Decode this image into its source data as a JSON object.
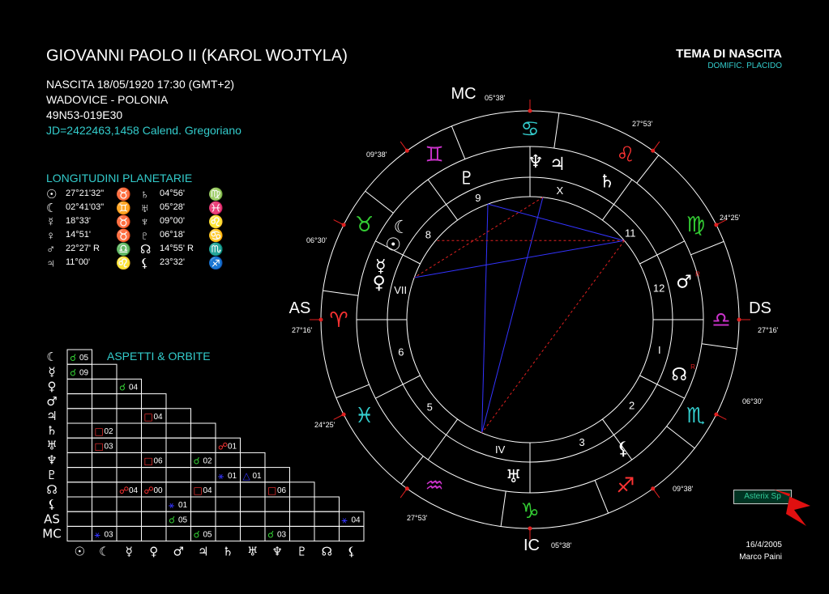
{
  "header": {
    "name": "GIOVANNI PAOLO II (KAROL WOJTYLA)",
    "birth": "NASCITA 18/05/1920 17:30 (GMT+2)",
    "place": "WADOVICE - POLONIA",
    "coords": "49N53-019E30",
    "julian": "JD=2422463,1458  Calend. Gregoriano",
    "chart_type": "TEMA DI NASCITA",
    "house_system": "DOMIFIC. PLACIDO"
  },
  "longitudes": {
    "title": "LONGITUDINI PLANETARIE",
    "rows": [
      {
        "p": "☉",
        "v": "27°21'32\"",
        "s": "♉",
        "sc": "#33cc33",
        "p2": "♄",
        "v2": "04°56'",
        "s2": "♍",
        "s2c": "#33cc33"
      },
      {
        "p": "☾",
        "v": "02°41'03\"",
        "s": "♊",
        "sc": "#cc33cc",
        "p2": "♅",
        "v2": "05°28'",
        "s2": "♓",
        "s2c": "#33cccc"
      },
      {
        "p": "☿",
        "v": "18°33'",
        "s": "♉",
        "sc": "#33cc33",
        "p2": "♆",
        "v2": "09°00'",
        "s2": "♌",
        "s2c": "#ff3333"
      },
      {
        "p": "♀",
        "v": "14°51'",
        "s": "♉",
        "sc": "#33cc33",
        "p2": "♇",
        "v2": "06°18'",
        "s2": "♋",
        "s2c": "#33cccc"
      },
      {
        "p": "♂",
        "v": "22°27'  R",
        "s": "♎",
        "sc": "#cc33cc",
        "p2": "☊",
        "v2": "14°55'  R",
        "s2": "♏",
        "s2c": "#33cccc"
      },
      {
        "p": "♃",
        "v": "11°00'",
        "s": "♌",
        "sc": "#ff3333",
        "p2": "⚸",
        "v2": "23°32'",
        "s2": "♐",
        "s2c": "#ff3333"
      }
    ]
  },
  "aspects": {
    "title": "ASPETTI  &  ORBITE",
    "row_labels": [
      "☾",
      "☿",
      "♀",
      "♂",
      "♃",
      "♄",
      "♅",
      "♆",
      "♇",
      "☊",
      "⚸",
      "AS",
      "MC"
    ],
    "col_labels": [
      "☉",
      "☾",
      "☿",
      "♀",
      "♂",
      "♃",
      "♄",
      "♅",
      "♆",
      "♇",
      "☊",
      "⚸"
    ],
    "cells": [
      {
        "r": 0,
        "c": 0,
        "sym": "☌",
        "col": "#33cc33",
        "orb": "05"
      },
      {
        "r": 1,
        "c": 0,
        "sym": "☌",
        "col": "#33cc33",
        "orb": "09"
      },
      {
        "r": 2,
        "c": 2,
        "sym": "☌",
        "col": "#33cc33",
        "orb": "04"
      },
      {
        "r": 4,
        "c": 3,
        "sym": "□",
        "col": "#ff3333",
        "orb": "04"
      },
      {
        "r": 5,
        "c": 1,
        "sym": "□",
        "col": "#ff3333",
        "orb": "02"
      },
      {
        "r": 6,
        "c": 1,
        "sym": "□",
        "col": "#ff3333",
        "orb": "03"
      },
      {
        "r": 6,
        "c": 6,
        "sym": "☍",
        "col": "#ff3333",
        "orb": "01"
      },
      {
        "r": 7,
        "c": 3,
        "sym": "□",
        "col": "#ff3333",
        "orb": "06"
      },
      {
        "r": 7,
        "c": 5,
        "sym": "☌",
        "col": "#33cc33",
        "orb": "02"
      },
      {
        "r": 8,
        "c": 6,
        "sym": "⚹",
        "col": "#3333ff",
        "orb": "01"
      },
      {
        "r": 8,
        "c": 7,
        "sym": "△",
        "col": "#3333ff",
        "orb": "01"
      },
      {
        "r": 9,
        "c": 2,
        "sym": "☍",
        "col": "#ff3333",
        "orb": "04"
      },
      {
        "r": 9,
        "c": 3,
        "sym": "☍",
        "col": "#ff3333",
        "orb": "00"
      },
      {
        "r": 9,
        "c": 5,
        "sym": "□",
        "col": "#ff3333",
        "orb": "04"
      },
      {
        "r": 9,
        "c": 8,
        "sym": "□",
        "col": "#ff3333",
        "orb": "06"
      },
      {
        "r": 10,
        "c": 4,
        "sym": "⚹",
        "col": "#3333ff",
        "orb": "01"
      },
      {
        "r": 11,
        "c": 4,
        "sym": "☌",
        "col": "#33cc33",
        "orb": "05"
      },
      {
        "r": 11,
        "c": 11,
        "sym": "⚹",
        "col": "#3333ff",
        "orb": "04"
      },
      {
        "r": 12,
        "c": 1,
        "sym": "⚹",
        "col": "#3333ff",
        "orb": "03"
      },
      {
        "r": 12,
        "c": 5,
        "sym": "☌",
        "col": "#33cc33",
        "orb": "05"
      },
      {
        "r": 12,
        "c": 8,
        "sym": "☌",
        "col": "#33cc33",
        "orb": "03"
      }
    ]
  },
  "wheel": {
    "angles": {
      "MC": "MC",
      "AS": "AS",
      "DS": "DS",
      "IC": "IC"
    },
    "cusp_degrees": {
      "mc": "05°38'",
      "h11": "27°53'",
      "h12": "24°25'",
      "as_r": "27°16'",
      "h2": "06°30'",
      "h3": "09°38'",
      "ic": "05°38'",
      "h5": "27°53'",
      "h6": "24°25'",
      "ds": "27°16'",
      "h8": "06°30'",
      "h9": "09°38'"
    },
    "houses": [
      "I",
      "2",
      "3",
      "IV",
      "5",
      "6",
      "VII",
      "8",
      "9",
      "X",
      "11",
      "12"
    ],
    "zodiac": [
      {
        "glyph": "♌",
        "color": "#ff3333"
      },
      {
        "glyph": "♋",
        "color": "#33cccc"
      },
      {
        "glyph": "♊",
        "color": "#cc33cc"
      },
      {
        "glyph": "♉",
        "color": "#33cc33"
      },
      {
        "glyph": "♈",
        "color": "#ff3333"
      },
      {
        "glyph": "♓",
        "color": "#33cccc"
      },
      {
        "glyph": "♒",
        "color": "#cc33cc"
      },
      {
        "glyph": "♑",
        "color": "#33cc33"
      },
      {
        "glyph": "♐",
        "color": "#ff3333"
      },
      {
        "glyph": "♏",
        "color": "#33cccc"
      },
      {
        "glyph": "♎",
        "color": "#cc33cc"
      },
      {
        "glyph": "♍",
        "color": "#33cc33"
      }
    ],
    "planets": [
      {
        "glyph": "♃",
        "name": "jupiter"
      },
      {
        "glyph": "♆",
        "name": "neptune"
      },
      {
        "glyph": "♇",
        "name": "pluto"
      },
      {
        "glyph": "♄",
        "name": "saturn"
      },
      {
        "glyph": "☾",
        "name": "moon"
      },
      {
        "glyph": "☉",
        "name": "sun"
      },
      {
        "glyph": "☿",
        "name": "mercury"
      },
      {
        "glyph": "♀",
        "name": "venus"
      },
      {
        "glyph": "♂",
        "name": "mars",
        "retro": "R"
      },
      {
        "glyph": "☊",
        "name": "node",
        "retro": "R"
      },
      {
        "glyph": "♅",
        "name": "uranus"
      },
      {
        "glyph": "⚸",
        "name": "lilith"
      }
    ]
  },
  "footer": {
    "brand": "Asterix Sp",
    "date": "16/4/2005",
    "author": "Marco Paini"
  }
}
